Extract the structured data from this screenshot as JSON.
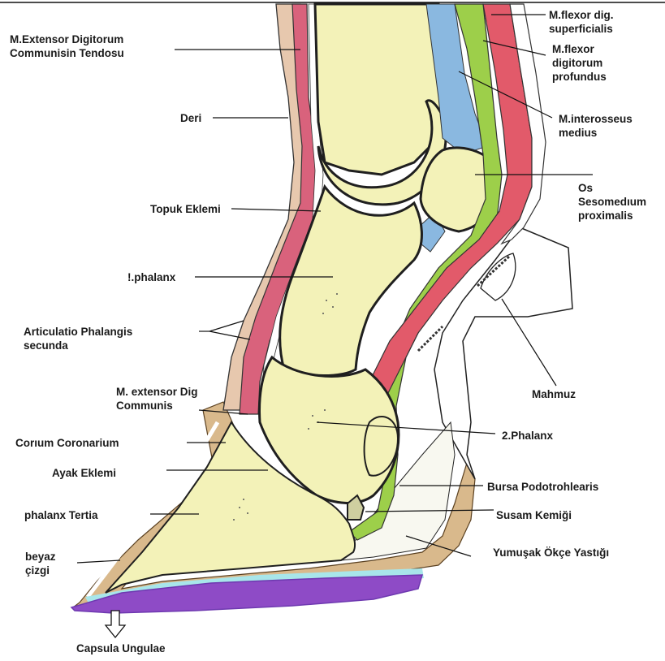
{
  "colors": {
    "bone": "#f3f2b8",
    "bone_outline": "#1f1f1f",
    "skin": "#e7c8ae",
    "extensor_tendon": "#d9627c",
    "flexor_superficialis": "#e25a6a",
    "flexor_profundus": "#9dcf4a",
    "interosseus": "#8ab8e0",
    "hoof_wall": "#d9b98c",
    "sole": "#8e4bc6",
    "sole_edge": "#6e39b0",
    "cyan_band": "#a8e6ea",
    "label_text": "#1a1a1a",
    "leader_line": "#111111"
  },
  "labels": {
    "extensor_tendon": [
      "M.Extensor Digitorum",
      "Communisin Tendosu"
    ],
    "deri": "Deri",
    "topuk": "Topuk Eklemi",
    "phalanx1": "!.phalanx",
    "artic_phal": [
      "Articulatio Phalangis",
      "secunda"
    ],
    "ext_dig": [
      "M. extensor Dig",
      "Communis"
    ],
    "corium": "Corıum Coronarium",
    "ayak": "Ayak Eklemi",
    "phal_tertia": "phalanx Tertia",
    "beyaz": [
      "beyaz",
      "çizgi"
    ],
    "capsula": "Capsula Ungulae",
    "flexor_sup": [
      "M.flexor dig.",
      "superficialis"
    ],
    "flexor_prof": [
      "M.flexor",
      "digitorum",
      "profundus"
    ],
    "interosseus": [
      "M.interosseus",
      "medius"
    ],
    "os_seso": [
      "Os",
      "Sesomedıum",
      "proximalis"
    ],
    "mahmuz": "Mahmuz",
    "phalanx2": "2.Phalanx",
    "bursa": "Bursa Podotrohlearis",
    "susam": "Susam Kemiği",
    "yumusak": "Yumuşak Ökçe Yastığı"
  }
}
